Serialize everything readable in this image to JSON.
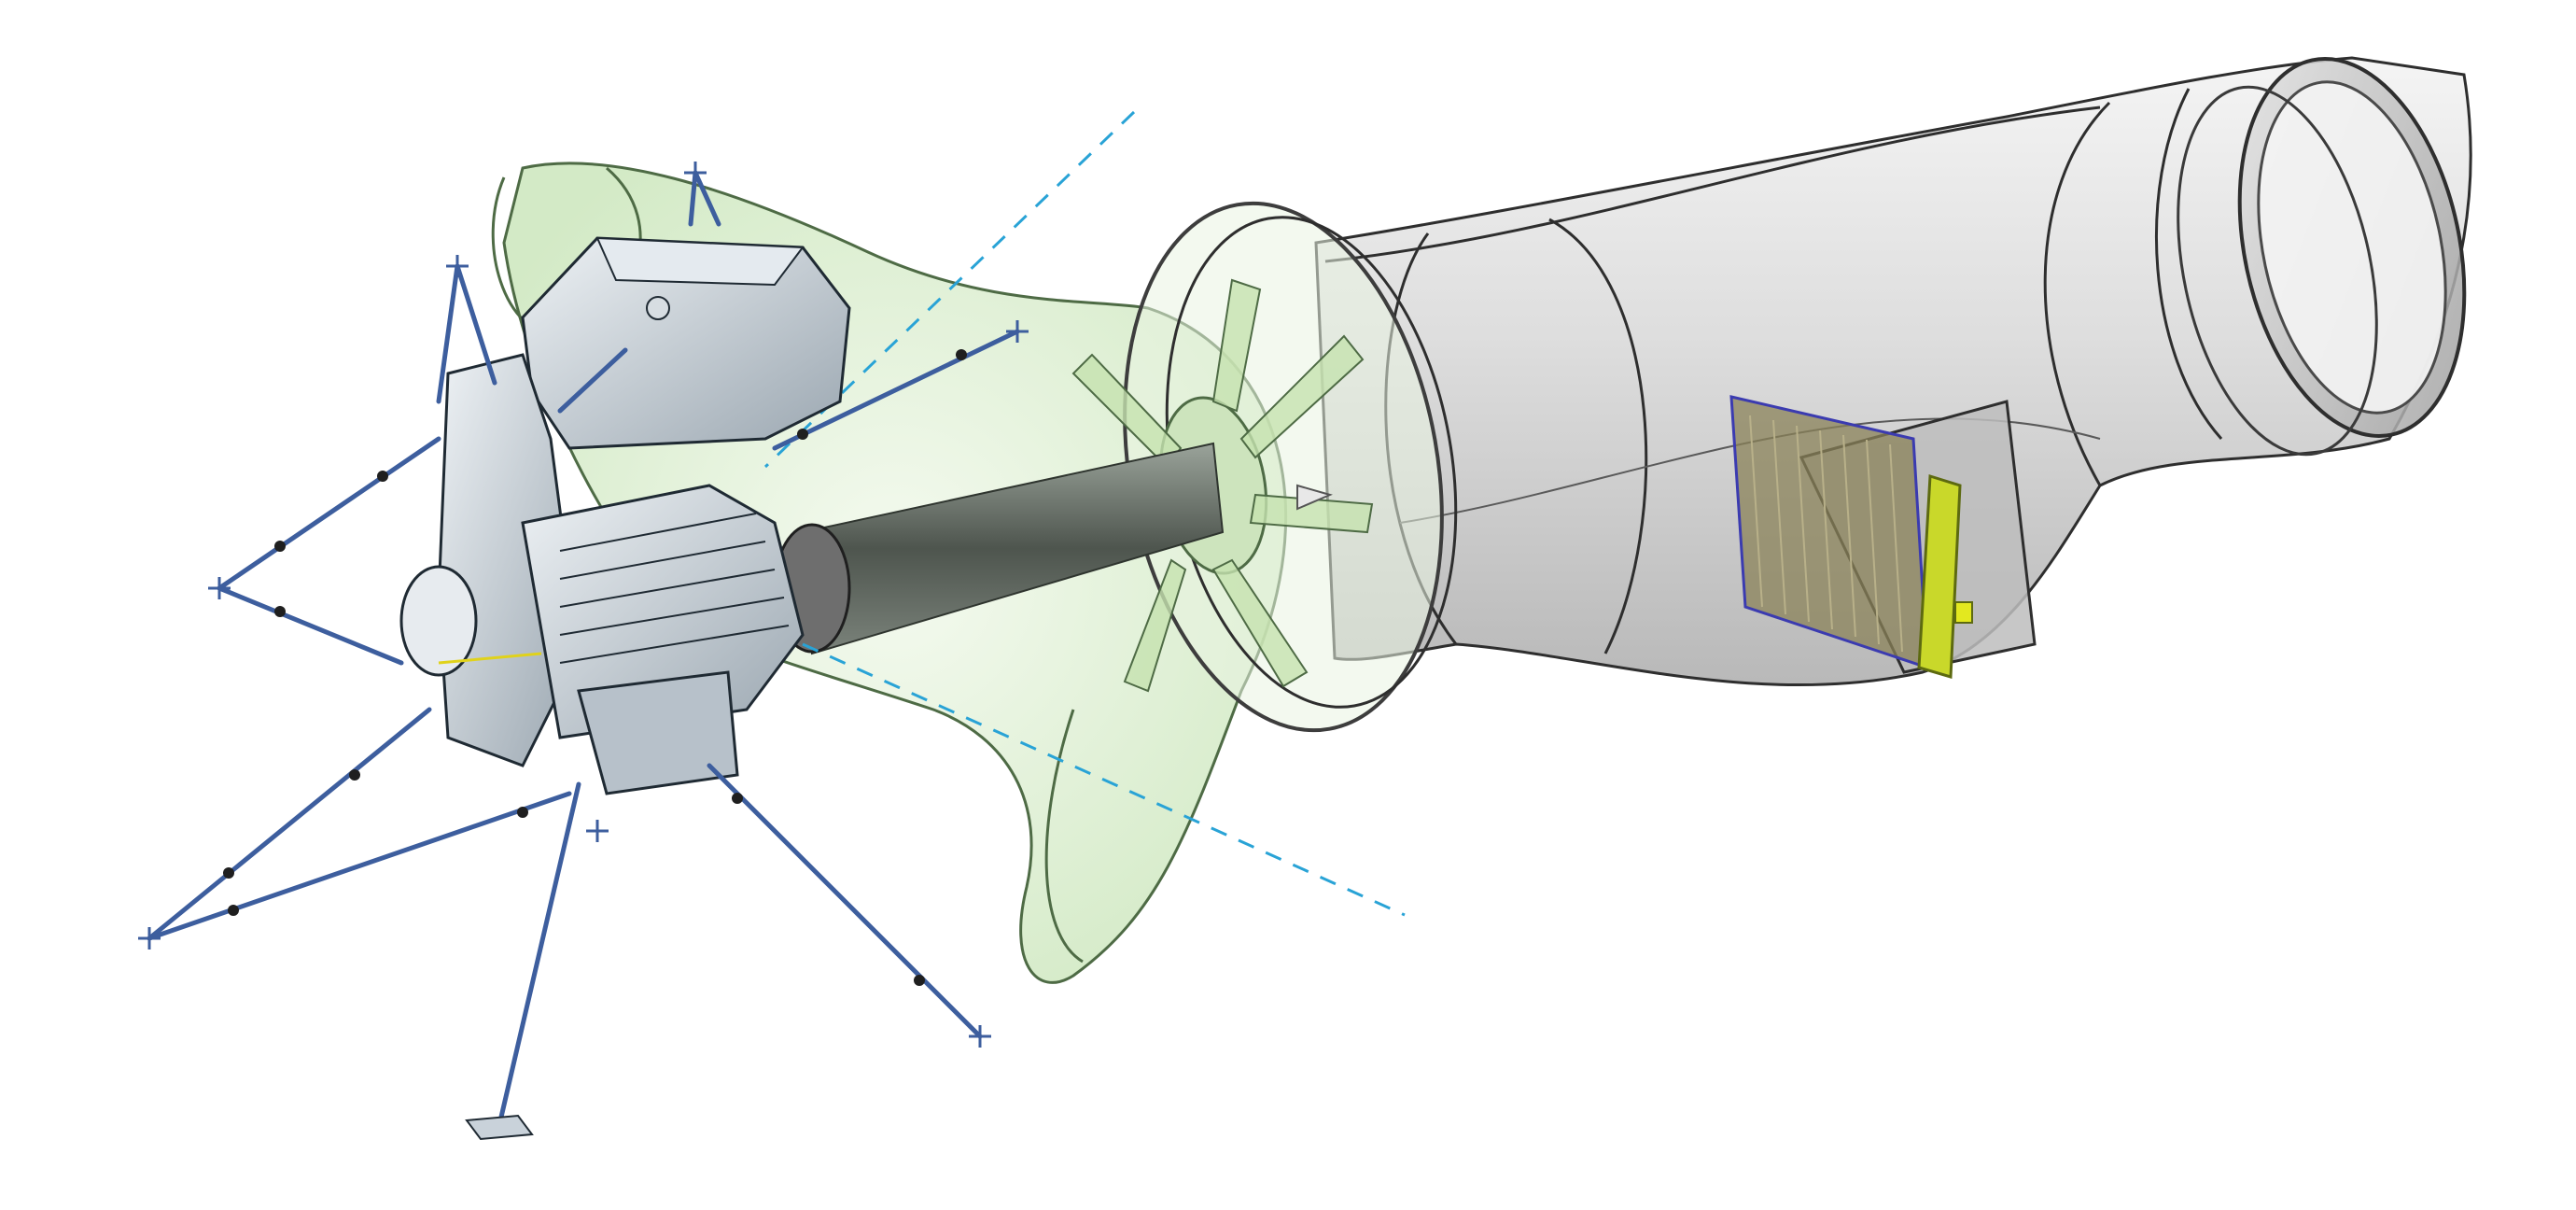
{
  "scene": {
    "background": "#ffffff",
    "palette": {
      "duct_fill": "#cfcfcf",
      "duct_stroke": "#2e2e2e",
      "fan_fill": "#cfe8bf",
      "fan_stroke": "#4e6b45",
      "engine_fill": "#c9d2da",
      "engine_stroke": "#1f2a33",
      "mount_rod": "#3d5e9e",
      "axis_line": "#29a3d6",
      "radiator_frame": "#c9d82a",
      "radiator_core": "#8a8158",
      "axis_marker": "#e0d21a"
    },
    "components": [
      "air-duct",
      "fan-shroud",
      "fan",
      "drive-shaft",
      "engine-block",
      "fuel-tank",
      "radiator",
      "engine-mounts",
      "rotation-axis"
    ]
  }
}
